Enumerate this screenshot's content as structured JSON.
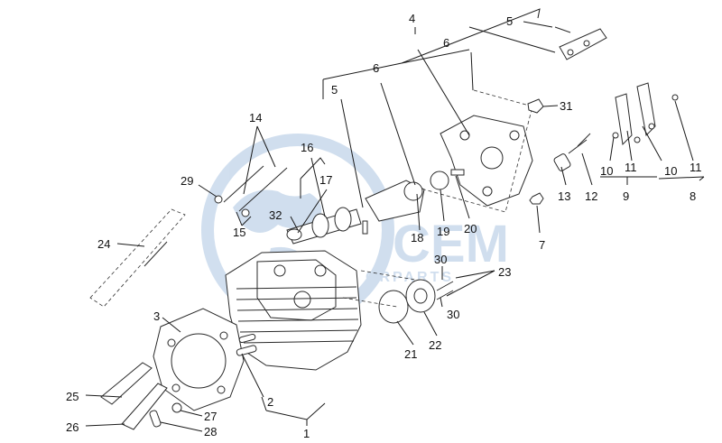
{
  "diagram": {
    "background_color": "#ffffff",
    "line_color": "#1a1a1a",
    "watermark": {
      "text_main": "CEM",
      "text_sub": "ORPARTS",
      "color": "#2f6fb5",
      "icon": "globe-logo-icon"
    },
    "callouts": {
      "c1": "1",
      "c2": "2",
      "c3": "3",
      "c4": "4",
      "c5a": "5",
      "c5b": "5",
      "c6a": "6",
      "c6b": "6",
      "c7": "7",
      "c8": "8",
      "c9": "9",
      "c10a": "10",
      "c10b": "10",
      "c11a": "11",
      "c11b": "11",
      "c12": "12",
      "c13": "13",
      "c14": "14",
      "c15": "15",
      "c16": "16",
      "c17": "17",
      "c18": "18",
      "c19": "19",
      "c20": "20",
      "c21": "21",
      "c22": "22",
      "c23": "23",
      "c24": "24",
      "c25": "25",
      "c26": "26",
      "c27": "27",
      "c28": "28",
      "c29": "29",
      "c30a": "30",
      "c30b": "30",
      "c31": "31",
      "c32": "32"
    }
  }
}
